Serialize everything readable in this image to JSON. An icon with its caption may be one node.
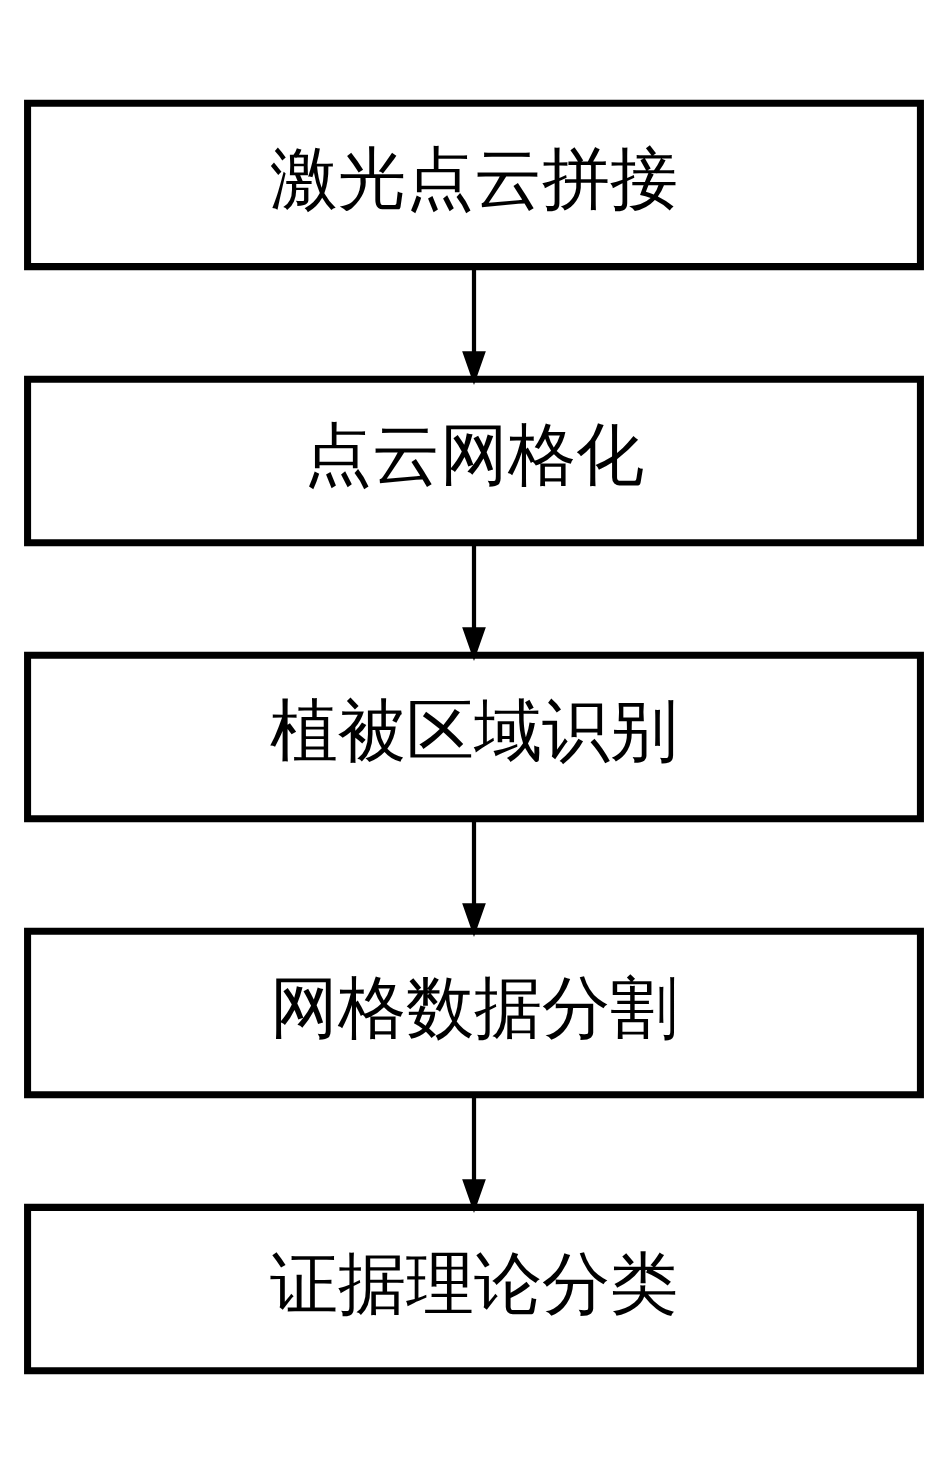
{
  "diagram": {
    "nodes": [
      {
        "text": [
          "激光点云拼接"
        ]
      },
      {
        "text": [
          "点云网格化"
        ]
      },
      {
        "text": [
          "植被区域识别"
        ]
      },
      {
        "text": [
          "网格数据分割"
        ]
      },
      {
        "text": [
          "证据理论分类"
        ]
      }
    ],
    "edges": [
      {
        "from": 0,
        "to": 1,
        "arrow": "to"
      },
      {
        "from": 1,
        "to": 2,
        "arrow": "to"
      },
      {
        "from": 2,
        "to": 3,
        "arrow": "to"
      },
      {
        "from": 3,
        "to": 4,
        "arrow": "to"
      }
    ]
  }
}
